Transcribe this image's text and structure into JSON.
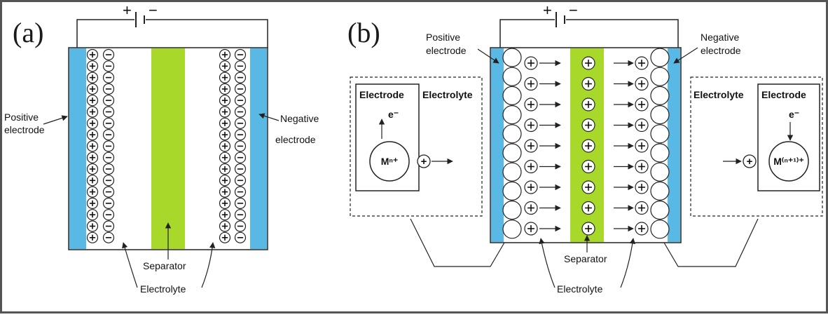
{
  "panel_a": {
    "tag": "(a)",
    "plus_sign": "+",
    "minus_sign": "−",
    "left_label": [
      "Positive",
      "electrode"
    ],
    "right_label": [
      "Negative",
      "electrode"
    ],
    "separator_label": "Separator",
    "electrolyte_label": "Electrolyte"
  },
  "panel_b": {
    "tag": "(b)",
    "plus_sign": "+",
    "minus_sign": "−",
    "left_label": [
      "Positive",
      "electrode"
    ],
    "right_label": [
      "Negative",
      "electrode"
    ],
    "separator_label": "Separator",
    "electrolyte_label": "Electrolyte",
    "inset_left": {
      "electrode": "Electrode",
      "electrolyte": "Electrolyte",
      "electron": "e⁻",
      "cation": "Mⁿ⁺"
    },
    "inset_right": {
      "electrode": "Electrode",
      "electrolyte": "Electrolyte",
      "electron": "e⁻",
      "cation": "M⁽ⁿ⁺¹⁾⁺"
    }
  },
  "colors": {
    "electrode": "#5ab8e4",
    "separator": "#a8d82a",
    "line": "#222222"
  }
}
